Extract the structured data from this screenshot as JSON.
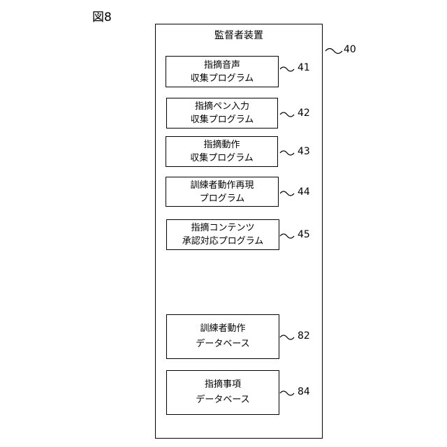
{
  "figure_label": "図8",
  "device": {
    "title": "監督者装置",
    "ref": "40"
  },
  "modules": [
    {
      "line1": "指摘音声",
      "line2": "収集プログラム",
      "ref": "41"
    },
    {
      "line1": "指摘ペン入力",
      "line2": "収集プログラム",
      "ref": "42"
    },
    {
      "line1": "指摘動作",
      "line2": "収集プログラム",
      "ref": "43"
    },
    {
      "line1": "訓練者動作再現",
      "line2": "プログラム",
      "ref": "44"
    },
    {
      "line1": "指摘コンテンツ",
      "line2": "承認対応プログラム",
      "ref": "45"
    },
    {
      "line1": "訓練者動作",
      "line2": "データベース",
      "ref": "82"
    },
    {
      "line1": "指摘事項",
      "line2": "データベース",
      "ref": "84"
    }
  ]
}
